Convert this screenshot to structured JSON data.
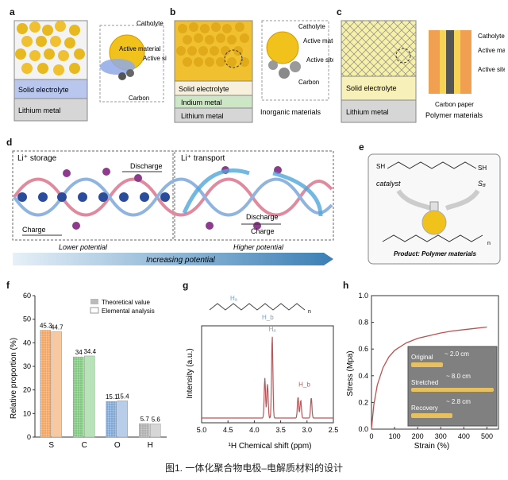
{
  "figure_caption": "图1. 一体化聚合物电极–电解质材料的设计",
  "panels": {
    "a": {
      "label": "a",
      "catholyte": "Catholyte",
      "active_material": "Active material",
      "active_site": "Active site",
      "carbon": "Carbon",
      "solid_electrolyte": "Solid electrolyte",
      "lithium_metal": "Lithium metal"
    },
    "b": {
      "label": "b",
      "catholyte": "Catholyte",
      "active_material": "Active material",
      "active_site": "Active site",
      "carbon": "Carbon",
      "solid_electrolyte": "Solid electrolyte",
      "indium_metal": "Indium metal",
      "lithium_metal": "Lithium metal",
      "inorganic_materials": "Inorganic materials"
    },
    "c": {
      "label": "c",
      "catholyte": "Catholyte",
      "active_material": "Active material",
      "active_site": "Active site",
      "solid_electrolyte": "Solid electrolyte",
      "lithium_metal": "Lithium metal",
      "carbon_paper": "Carbon paper",
      "polymer_materials": "Polymer materials"
    },
    "d": {
      "label": "d",
      "storage_title": "Li⁺ storage",
      "transport_title": "Li⁺ transport",
      "discharge": "Discharge",
      "charge": "Charge",
      "li_ion": "Li⁺",
      "lower_potential": "Lower potential",
      "higher_potential": "Higher potential",
      "increasing_potential": "Increasing potential"
    },
    "e": {
      "label": "e",
      "catalyst": "catalyst",
      "s8": "S₈",
      "product": "Product: Polymer materials",
      "sh": "SH",
      "n": "n"
    },
    "f": {
      "label": "f",
      "ylabel": "Relative proportion (%)",
      "legend_theoretical": "Theoretical value",
      "legend_elemental": "Elemental analysis"
    },
    "g": {
      "label": "g",
      "ylabel": "Intensity (a.u.)",
      "xlabel": "¹H Chemical shift (ppm)",
      "ha": "Hₐ",
      "hb": "H_b",
      "n": "n"
    },
    "h": {
      "label": "h",
      "ylabel": "Stress (Mpa)",
      "xlabel": "Strain (%)",
      "original": "Original",
      "stretched": "Stretched",
      "recovery": "Recovery",
      "len1": "~ 2.0 cm",
      "len2": "~ 8.0 cm",
      "len3": "~ 2.8 cm"
    }
  },
  "chart_data": [
    {
      "panel": "f",
      "type": "bar",
      "categories": [
        "S",
        "C",
        "O",
        "H"
      ],
      "series": [
        {
          "name": "Theoretical value",
          "values": [
            45.3,
            34,
            15.1,
            5.7
          ],
          "colors": [
            "#f4a460",
            "#7fc97f",
            "#7fa7d6",
            "#b0b0b0"
          ]
        },
        {
          "name": "Elemental analysis",
          "values": [
            44.7,
            34.4,
            15.4,
            5.6
          ],
          "colors": [
            "#f8c9a0",
            "#b8e2b8",
            "#b8cdea",
            "#d6d6d6"
          ]
        }
      ],
      "value_labels": [
        "45.3",
        "44.7",
        "34",
        "34.4",
        "15.1",
        "15.4",
        "5.7",
        "5.6"
      ],
      "ylabel": "Relative proportion (%)",
      "ylim": [
        0,
        60
      ],
      "yticks": [
        "0",
        "10",
        "20",
        "30",
        "40",
        "50",
        "60"
      ]
    },
    {
      "panel": "g",
      "type": "line",
      "xlabel": "¹H Chemical shift (ppm)",
      "ylabel": "Intensity (a.u.)",
      "xlim": [
        5.0,
        2.5
      ],
      "xticks": [
        "5.0",
        "4.5",
        "4.0",
        "3.5",
        "3.0",
        "2.5"
      ],
      "peaks": [
        {
          "x": 3.8,
          "height": 0.45
        },
        {
          "x": 3.75,
          "height": 0.38
        },
        {
          "x": 3.66,
          "height": 0.92
        },
        {
          "x": 3.17,
          "height": 0.24
        },
        {
          "x": 3.12,
          "height": 0.2
        },
        {
          "x": 2.92,
          "height": 0.23
        }
      ],
      "color": "#b8575a"
    },
    {
      "panel": "h",
      "type": "line",
      "xlabel": "Strain (%)",
      "ylabel": "Stress (Mpa)",
      "xlim": [
        0,
        550
      ],
      "ylim": [
        0,
        1.0
      ],
      "xticks": [
        "0",
        "100",
        "200",
        "300",
        "400",
        "500"
      ],
      "yticks": [
        "0.0",
        "0.2",
        "0.4",
        "0.6",
        "0.8",
        "1.0"
      ],
      "x": [
        0,
        10,
        25,
        50,
        75,
        100,
        150,
        200,
        250,
        300,
        350,
        400,
        450,
        500
      ],
      "y": [
        0,
        0.18,
        0.33,
        0.46,
        0.54,
        0.59,
        0.645,
        0.68,
        0.7,
        0.72,
        0.735,
        0.745,
        0.755,
        0.765
      ],
      "color": "#c0504d"
    }
  ]
}
